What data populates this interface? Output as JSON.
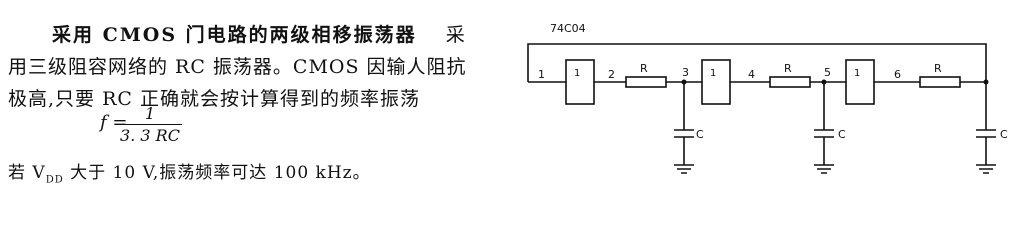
{
  "text": {
    "title": "采用 CMOS 门电路的两级相移振荡器",
    "line1_tail": "采",
    "line2": "用三级阻容网络的 RC 振荡器。CMOS 因输人阻抗",
    "line3": "极高,只要 RC 正确就会按计算得到的频率振荡",
    "formula_lhs": "f =",
    "formula_num": "1",
    "formula_den": "3. 3 RC",
    "line5": "若 V  大于 10 V,振荡频率可达 100 kHz。",
    "vdd_sub": "DD"
  },
  "circuit": {
    "chip_label": "74C04",
    "nodes": [
      "1",
      "2",
      "3",
      "4",
      "5",
      "6"
    ],
    "resistor_label": "R",
    "capacitor_label": "C",
    "inverter_label": "1"
  }
}
